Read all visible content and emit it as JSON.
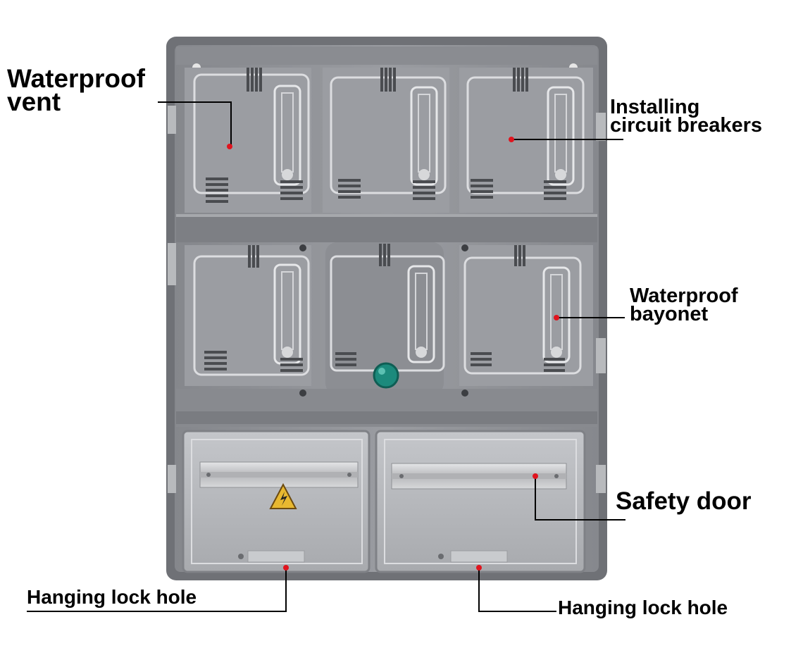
{
  "labels": {
    "waterproof_vent": [
      "Waterproof",
      "vent"
    ],
    "installing_breakers": [
      "Installing",
      "circuit breakers"
    ],
    "waterproof_bayonet": [
      "Waterproof",
      "bayonet"
    ],
    "safety_door": "Safety door",
    "hanging_lock_left": "Hanging lock hole",
    "hanging_lock_right": "Hanging lock hole"
  },
  "colors": {
    "background": "#ffffff",
    "enclosure_body": "#8f9196",
    "enclosure_frame": "#6f7176",
    "compartment_fill": "#9ea0a5",
    "panel_outline": "#d8d9dc",
    "door_glass": "#b9bbbf",
    "din_rail": "#c8c9cc",
    "indicator_green": "#1c8a7c",
    "warning_yellow": "#e8b830",
    "callout_line": "#000000",
    "callout_dot": "#e0141e"
  },
  "icons": [
    "warning-triangle-icon",
    "indicator-light-icon"
  ]
}
